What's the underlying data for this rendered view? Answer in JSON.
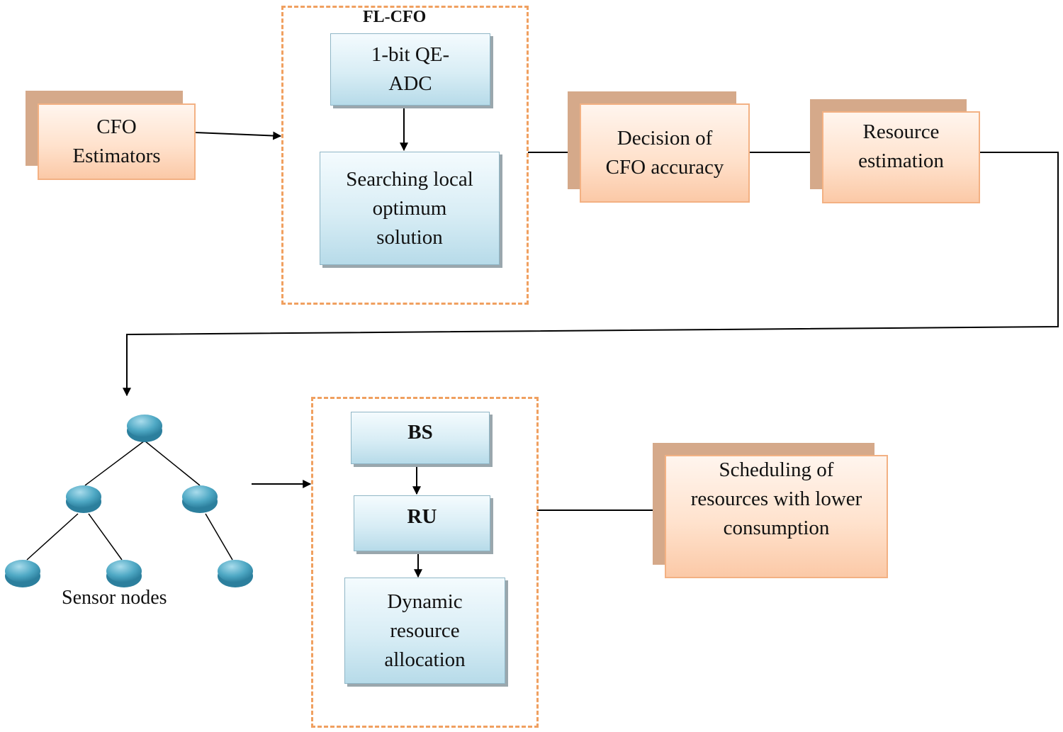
{
  "fl_cfo_group": {
    "label": "FL-CFO"
  },
  "blocks": {
    "cfo_estimators": "CFO\nEstimators",
    "qe_adc": "1-bit QE-\nADC",
    "searching": "Searching local\noptimum\nsolution",
    "decision": "Decision of\nCFO accuracy",
    "resource_estimation": "Resource\nestimation",
    "bs": "BS",
    "ru": "RU",
    "dynamic": "Dynamic\nresource\nallocation",
    "scheduling": "Scheduling of\nresources with lower\nconsumption"
  },
  "sensor_tree": {
    "caption": "Sensor nodes",
    "node_count": 6
  },
  "colors": {
    "orange_dash": "#f0a060",
    "orange_box_fill": "#ffe2cd",
    "orange_shadow": "#d5a98a",
    "blue_box_fill": "#d8edf5",
    "sensor_node": "#4ea8c4"
  }
}
